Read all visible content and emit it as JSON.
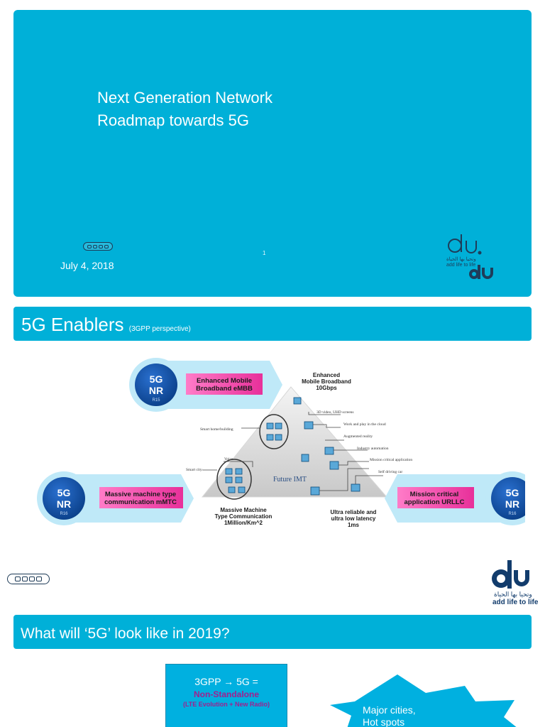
{
  "slide1": {
    "title_line1": "Next Generation Network",
    "title_line2": "Roadmap towards 5G",
    "date": "July 4, 2018",
    "page_number": "1"
  },
  "slide2": {
    "title": "5G Enablers",
    "subtitle": "(3GPP perspective)",
    "diagram": {
      "top_label_1": "Enhanced",
      "top_label_2": "Mobile Broadband",
      "top_label_3": "10Gbps",
      "left_label_1": "Massive Machine",
      "left_label_2": "Type Communication",
      "left_label_3": "1Million/Km^2",
      "right_label_1": "Ultra reliable and",
      "right_label_2": "ultra low latency",
      "right_label_3": "1ms",
      "center_label": "Future IMT",
      "badge_embb": {
        "line1": "5G",
        "line2": "NR",
        "release": "R15",
        "tag_line1": "Enhanced Mobile",
        "tag_line2": "Broadband eMBB"
      },
      "badge_mmtc": {
        "line1": "5G",
        "line2": "NR",
        "release": "R16",
        "tag_line1": "Massive machine type",
        "tag_line2": "communication mMTC"
      },
      "badge_urllc": {
        "line1": "5G",
        "line2": "NR",
        "release": "R16",
        "tag_line1": "Mission critical",
        "tag_line2": "application URLLC"
      },
      "use_cases": [
        "3D video, UHD screens",
        "Work and play in the cloud",
        "Augmented reality",
        "Industry automation",
        "Mission critical application",
        "Self driving car",
        "Smart home/building",
        "Voice",
        "Smart city"
      ]
    },
    "logo_arabic": "وتحيا بها الحياة",
    "logo_english": "add life to life"
  },
  "slide3": {
    "title": "What will ‘5G’ look like in 2019?",
    "box_line1": "3GPP → 5G =",
    "box_line2": "Non-Standalone",
    "box_line3": "(LTE Evolution + New Radio)",
    "star_line1": "Major cities,",
    "star_line2": "Hot spots"
  },
  "colors": {
    "brand_cyan": "#00b0d8",
    "logo_navy": "#123c6c",
    "badge_blue": "#0a3f88",
    "tag_magenta": "#e8309a"
  }
}
